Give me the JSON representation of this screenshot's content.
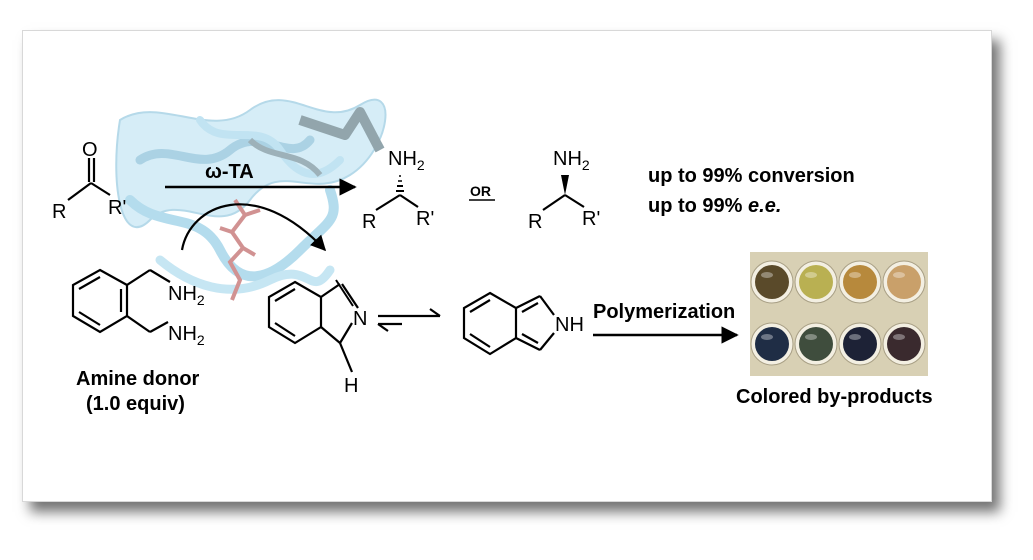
{
  "scheme": {
    "enzyme_label": "ω-TA",
    "or_label": "OR",
    "conversion_text": "up to 99% conversion",
    "ee_text": "up to 99%",
    "ee_suffix": "e.e.",
    "amine_donor_label": "Amine donor",
    "amine_donor_equiv": "(1.0 equiv)",
    "polymerization_label": "Polymerization",
    "byproducts_label": "Colored by-products"
  },
  "atoms": {
    "O": "O",
    "R": "R",
    "Rp": "R'",
    "NH": "NH",
    "N": "N",
    "H": "H",
    "NH2": "NH",
    "sub2": "2"
  },
  "colors": {
    "protein": "#bfe3f2",
    "protein_dark": "#8fa9b2",
    "ligand": "#c98080",
    "wells": [
      "#5a4a2a",
      "#b9b052",
      "#b7893c",
      "#c9a06a",
      "#1f2d45",
      "#3f4d3d",
      "#1d2236",
      "#3a2a2e"
    ],
    "plate": "#d8d0b4"
  }
}
